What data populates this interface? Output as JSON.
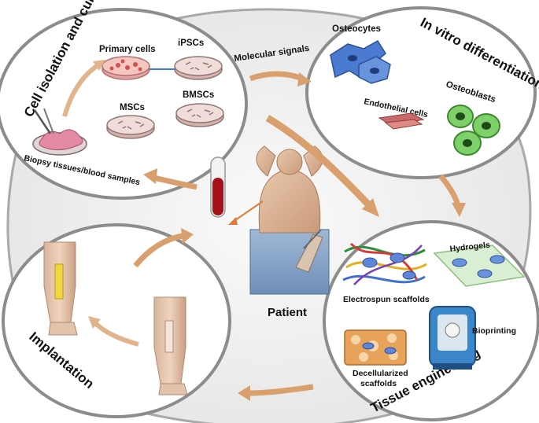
{
  "sections": {
    "cell_isolation": {
      "title": "Cell isolation and culturing"
    },
    "in_vitro": {
      "title": "In vitro differentiation"
    },
    "tissue_engineering": {
      "title": "Tissue engineering"
    },
    "implantation": {
      "title": "Implantation"
    }
  },
  "labels": {
    "primary_cells": "Primary cells",
    "ipscs": "iPSCs",
    "mscs": "MSCs",
    "bmscs": "BMSCs",
    "biopsy": "Biopsy tissues/blood samples",
    "molecular_signals": "Molecular signals",
    "osteocytes": "Osteocytes",
    "endothelial": "Endothelial cells",
    "osteoblasts": "Osteoblasts",
    "hydrogels": "Hydrogels",
    "electrospun": "Electrospun scaffolds",
    "bioprinting": "Bioprinting",
    "decell_line1": "Decellularized",
    "decell_line2": "scaffolds",
    "patient": "Patient"
  },
  "colors": {
    "arrow": "#d9a06e",
    "ring": "#8c8c8c",
    "background_blob": "#ececec",
    "cell_blue": "#4a7bd1",
    "cell_green": "#5dbf4a",
    "dish_pink": "#e9b6b0",
    "blood": "#a3121b"
  }
}
